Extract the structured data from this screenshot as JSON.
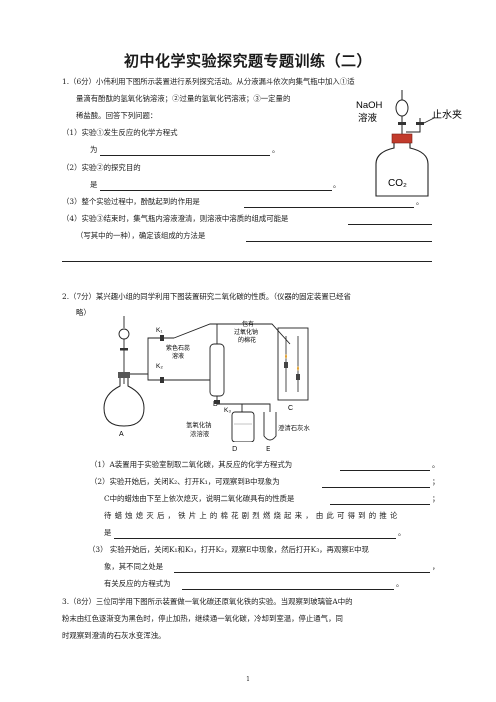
{
  "title": "初中化学实验探究题专题训练（二）",
  "q1": {
    "stem1": "1.（6分）小伟利用下图所示装置进行系列探究活动。从分液漏斗依次向集气瓶中加入①适",
    "stem2": "量滴有酚酞的氢氧化钠溶液；②过量的氢氧化钙溶液；③一定量的",
    "stem3": "稀盐酸。回答下列问题：",
    "p1": "（1）实验①发生反应的化学方程式",
    "p1b_prefix": "为",
    "p1b_suffix": "。",
    "p2": "（2）实验②的探究目的",
    "p2b_prefix": "是",
    "p2b_suffix": "。",
    "p3": "（3）整个实验过程中，酚酞起到的作用是",
    "p3_suffix": "。",
    "p4": "（4）实验③结束时，集气瓶内溶液澄清，则溶液中溶质的组成可能是",
    "p4b": "（写其中的一种），确定该组成的方法是",
    "fig_naoh": "NaOH",
    "fig_sol": "溶液",
    "fig_clamp": "止水夹",
    "fig_co2": "CO₂"
  },
  "q2": {
    "stem1": "2.（7分）某兴趣小组的同学利用下图装置研究二氧化碳的性质。（仪器的固定装置已经省",
    "stem2": "略）",
    "fig_k1": "K₁",
    "fig_k2": "K₂",
    "fig_k3": "K₃",
    "fig_a": "A",
    "fig_b": "B",
    "fig_c": "C",
    "fig_d": "D",
    "fig_e": "E",
    "fig_litmus1": "紫色石蕊",
    "fig_litmus2": "溶液",
    "fig_cotton1": "包有",
    "fig_cotton2": "过氧化钠",
    "fig_cotton3": "的棉花",
    "fig_naoh1": "氢氧化钠",
    "fig_naoh2": "浓溶液",
    "fig_limewater": "澄清石灰水",
    "p1": "（1）A装置用于实验室制取二氧化碳，其反应的化学方程式为",
    "p1_suffix": "。",
    "p2": "（2）实验开始后，关闭K₂、打开K₁，可观察到B中现象为",
    "p2_suffix": "；",
    "p2b": "C中的蜡烛由下至上依次熄灭，说明二氧化碳具有的性质是",
    "p2b_suffix": "；",
    "p2c": "待蜡烛熄灭后，铁片上的棉花剧烈燃烧起来，由此可得到的推论",
    "p2d_prefix": "是",
    "p2d_suffix": "。",
    "p3": "（3） 实验开始后，关闭K₁和K₃，打开K₂，观察E中现象，然后打开K₃，再观察E中现",
    "p3b_prefix": "象，其不同之处是",
    "p3b_suffix": "，",
    "p3c_prefix": "有关反应的方程式为",
    "p3c_suffix": "。"
  },
  "q3": {
    "line1": "3.（8分）三位同学用下图所示装置做一氧化碳还原氧化铁的实验。当观察到玻璃管A中的",
    "line2": "粉末由红色逐渐变为黑色时，停止加热，继续通一氧化碳，冷却到室温，停止通气，同",
    "line3": "时观察到澄清的石灰水变浑浊。"
  },
  "page_number": "1"
}
